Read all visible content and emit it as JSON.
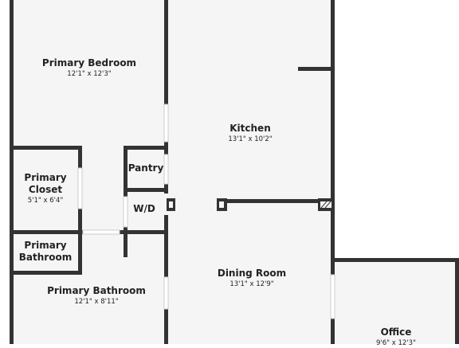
{
  "rooms": {
    "primary_bedroom": {
      "name": "Primary Bedroom",
      "dims": "12'1\" x 12'3\""
    },
    "kitchen": {
      "name": "Kitchen",
      "dims": "13'1\" x 10'2\""
    },
    "primary_closet": {
      "name_line1": "Primary",
      "name_line2": "Closet",
      "dims": "5'1\" x 6'4\""
    },
    "pantry": {
      "name": "Pantry"
    },
    "wd": {
      "name": "W/D"
    },
    "primary_bathroom_small": {
      "name_line1": "Primary",
      "name_line2": "Bathroom"
    },
    "primary_bathroom": {
      "name": "Primary Bathroom",
      "dims": "12'1\" x 8'11\""
    },
    "dining_room": {
      "name": "Dining Room",
      "dims": "13'1\" x 12'9\""
    },
    "office": {
      "name": "Office",
      "dims": "9'6\" x 12'3\""
    }
  },
  "colors": {
    "wall": "#333333",
    "floor": "#f5f5f5",
    "background": "#ffffff",
    "opening": "#ffffff"
  }
}
